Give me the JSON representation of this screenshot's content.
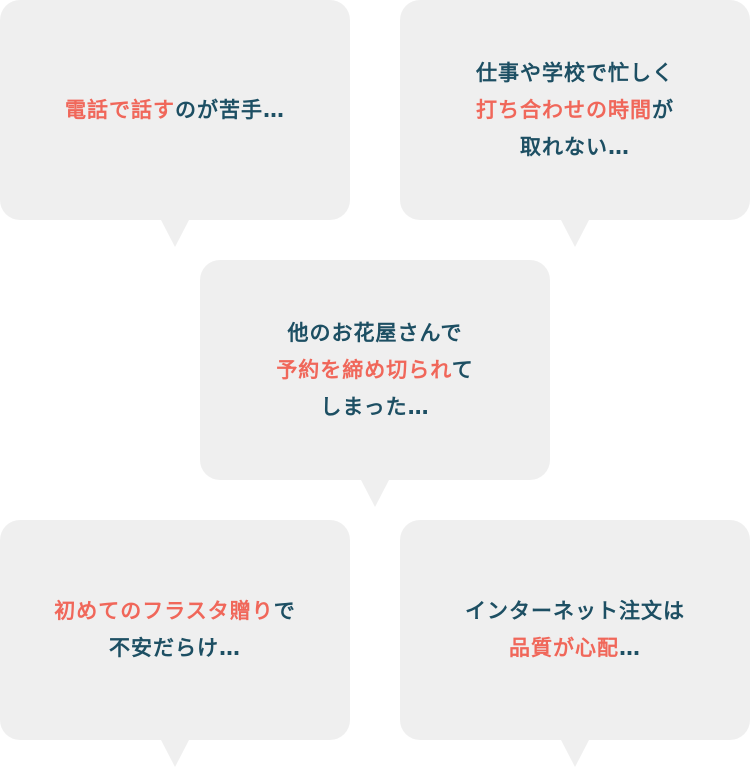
{
  "colors": {
    "text": "#1d4f63",
    "highlight": "#f0675a",
    "bubble": "#efefef"
  },
  "bubbles": [
    {
      "lines": [
        [
          {
            "t": "電話で話す",
            "hl": true
          },
          {
            "t": "のが苦手…",
            "hl": false
          }
        ]
      ]
    },
    {
      "lines": [
        [
          {
            "t": "仕事や学校で忙しく",
            "hl": false
          }
        ],
        [
          {
            "t": "打ち合わせの時間",
            "hl": true
          },
          {
            "t": "が",
            "hl": false
          }
        ],
        [
          {
            "t": "取れない…",
            "hl": false
          }
        ]
      ]
    },
    {
      "lines": [
        [
          {
            "t": "他のお花屋さんで",
            "hl": false
          }
        ],
        [
          {
            "t": "予約を締め切られ",
            "hl": true
          },
          {
            "t": "て",
            "hl": false
          }
        ],
        [
          {
            "t": "しまった…",
            "hl": false
          }
        ]
      ]
    },
    {
      "lines": [
        [
          {
            "t": "初めてのフラスタ贈り",
            "hl": true
          },
          {
            "t": "で",
            "hl": false
          }
        ],
        [
          {
            "t": "不安だらけ…",
            "hl": false
          }
        ]
      ]
    },
    {
      "lines": [
        [
          {
            "t": "インターネット注文は",
            "hl": false
          }
        ],
        [
          {
            "t": "品質が心配",
            "hl": true
          },
          {
            "t": "…",
            "hl": false
          }
        ]
      ]
    }
  ]
}
